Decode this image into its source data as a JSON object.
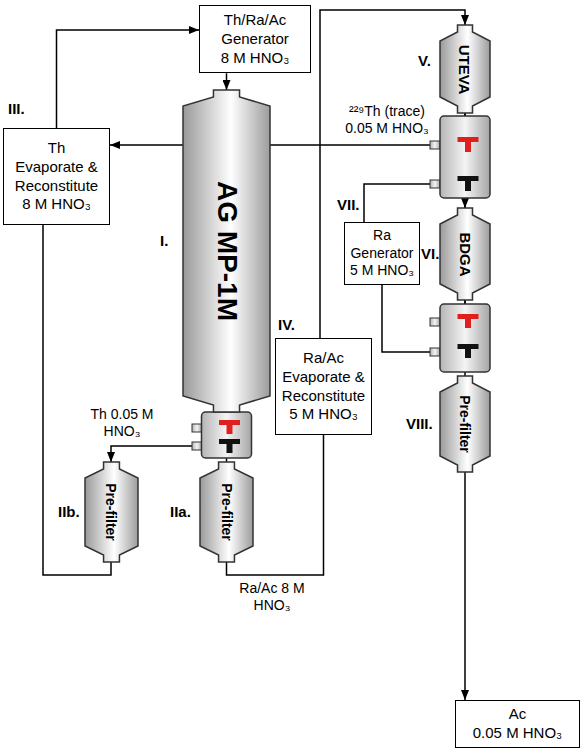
{
  "diagram": {
    "nodes": [
      {
        "text": [
          "Th/Ra/Ac Generator",
          "8 M HNO₃"
        ]
      },
      {
        "text": [
          "AG MP-1M"
        ]
      },
      {
        "text": [
          "Pre-filter"
        ]
      },
      {
        "text": [
          "Pre-filter"
        ]
      },
      {
        "text": [
          "Th",
          "Evaporate & Reconstitute",
          "8 M HNO₃"
        ]
      },
      {
        "text": [
          "Ra/Ac",
          "Evaporate & Reconstitute",
          "5 M HNO₃"
        ]
      },
      {
        "text": [
          "UTEVA"
        ]
      },
      {
        "text": [
          "BDGA"
        ]
      },
      {
        "text": [
          "Ra Generator",
          "5 M HNO₃"
        ]
      },
      {
        "text": [
          "Pre-filter"
        ]
      },
      {
        "text": [
          "Ac",
          "0.05 M HNO₃"
        ]
      }
    ],
    "edges": [
      {
        "from": 0,
        "to": 1,
        "arrow": "to"
      },
      {
        "from": 1,
        "to": 3,
        "label": "Th 0.05 M HNO₃",
        "arrow": "to"
      },
      {
        "from": 1,
        "to": 2,
        "arrow": "none"
      },
      {
        "from": 3,
        "to": 4,
        "arrow": "none"
      },
      {
        "from": 4,
        "to": 0,
        "arrow": "to"
      },
      {
        "from": 2,
        "to": 5,
        "label": "Ra/Ac 8 M HNO₃",
        "arrow": "none"
      },
      {
        "from": 5,
        "to": 6,
        "arrow": "to"
      },
      {
        "from": 6,
        "to": 4,
        "label": "²²⁹Th (trace) 0.05 M HNO₃",
        "arrow": "to"
      },
      {
        "from": 6,
        "to": 7,
        "arrow": "none"
      },
      {
        "from": 8,
        "to": 7,
        "arrow": "to"
      },
      {
        "from": 7,
        "to": 8,
        "arrow": "none"
      },
      {
        "from": 7,
        "to": 9,
        "arrow": "none"
      },
      {
        "from": 9,
        "to": 10,
        "arrow": "to"
      }
    ],
    "labels": [
      "I.",
      "IIa.",
      "IIb.",
      "III.",
      "IV.",
      "V.",
      "VI.",
      "VII.",
      "VIII."
    ]
  }
}
